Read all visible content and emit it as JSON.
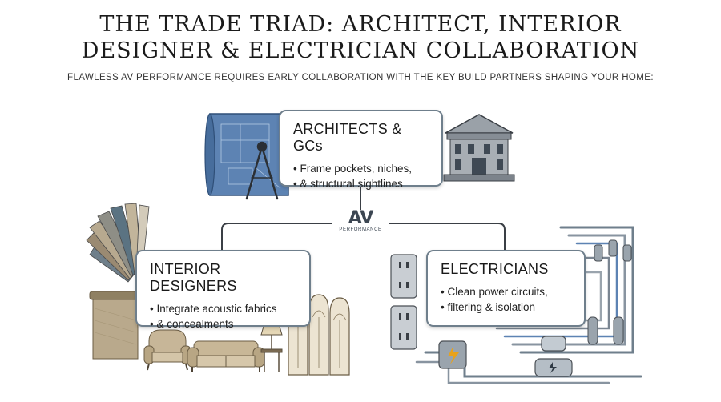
{
  "header": {
    "title_line1": "THE TRADE TRIAD: ARCHITECT, INTERIOR",
    "title_line2": "DESIGNER & ELECTRICIAN COLLABORATION",
    "subtitle": "FLAWLESS AV PERFORMANCE REQUIRES EARLY COLLABORATION WITH THE KEY BUILD PARTNERS SHAPING YOUR HOME:"
  },
  "logo": {
    "mark": "AV",
    "word": "PERFORMANCE"
  },
  "nodes": {
    "architects": {
      "title": "ARCHITECTS & GCs",
      "bullets": [
        "Frame pockets, niches,",
        "& structural sightlines"
      ]
    },
    "interior": {
      "title": "INTERIOR DESIGNERS",
      "bullets": [
        "Integrate acoustic fabrics",
        "& concealments"
      ]
    },
    "electricians": {
      "title": "ELECTRICIANS",
      "bullets": [
        "Clean power circuits,",
        "filtering & isolation"
      ]
    }
  },
  "icons": [
    "blueprint-icon",
    "compass-icon",
    "building-icon",
    "fabric-swatch-icon",
    "armchair-icon",
    "sofa-icon",
    "lamp-icon",
    "folding-screen-icon",
    "power-outlet-icon",
    "cable-bundle-icon",
    "power-filter-icon"
  ],
  "colors": {
    "card_border": "#6f7f8c",
    "connector": "#3a3f45",
    "blueprint": "#5d83b3",
    "building": "#8d949c"
  }
}
